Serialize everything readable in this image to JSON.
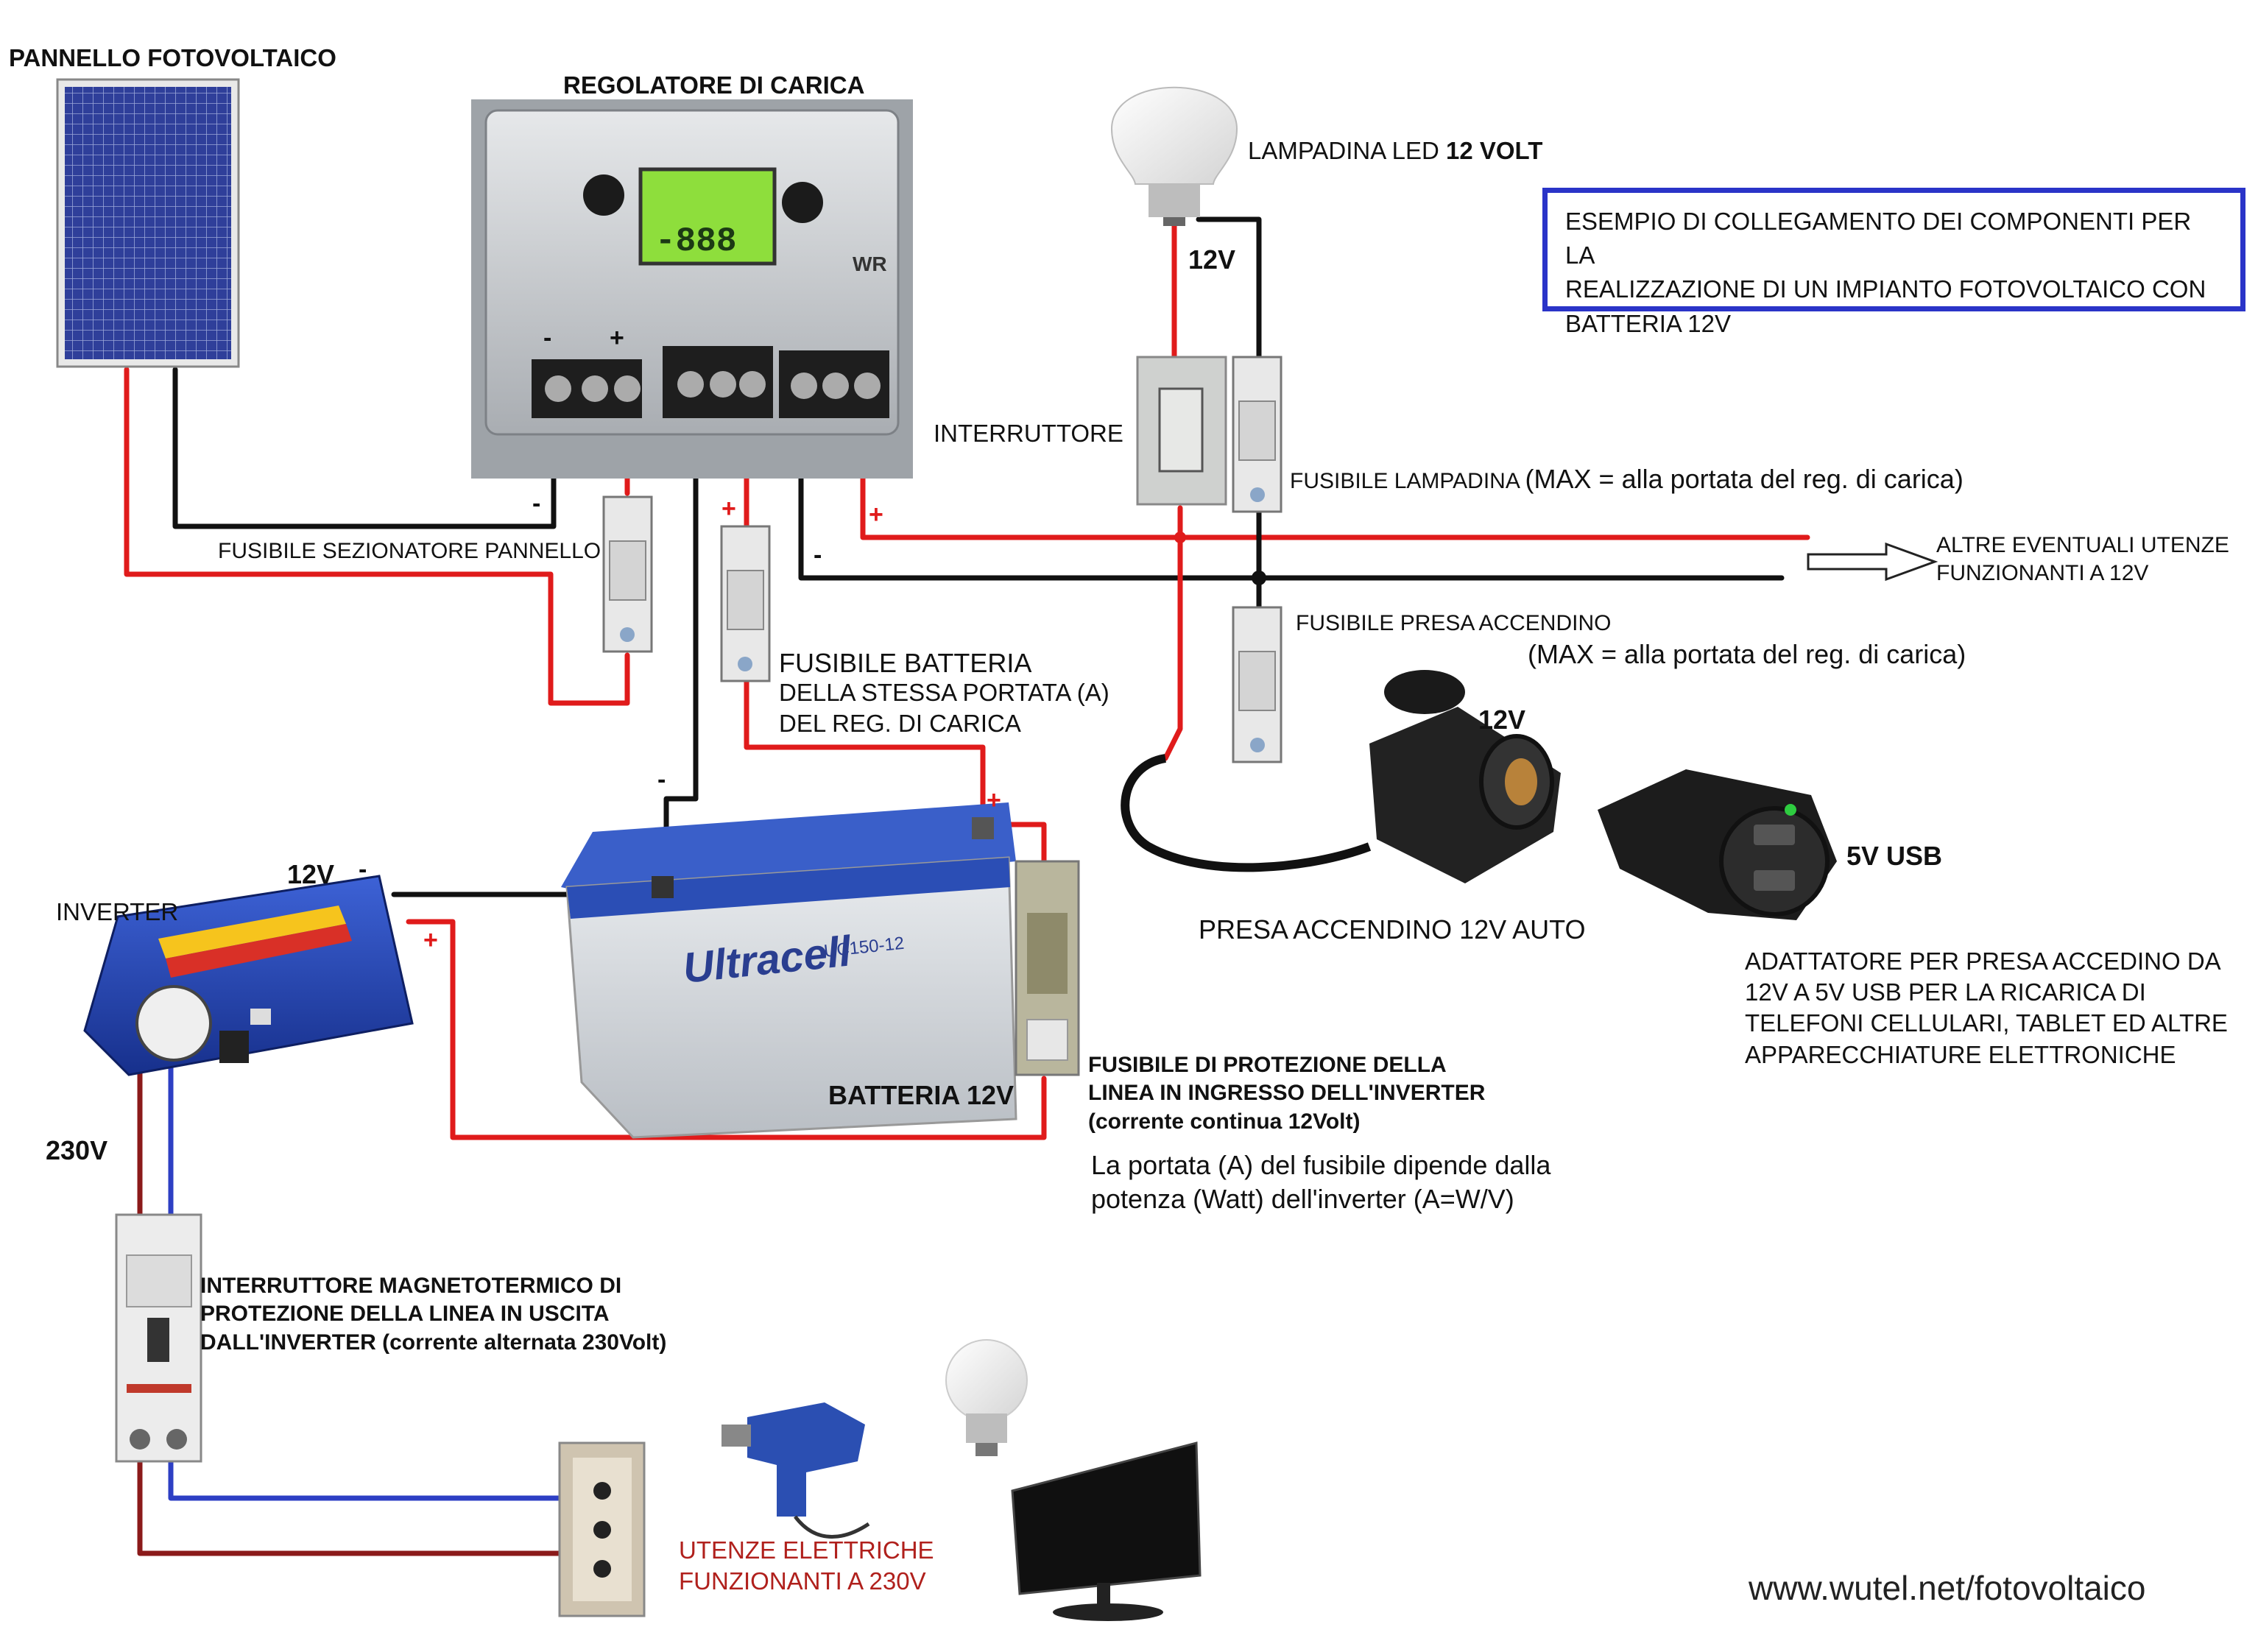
{
  "labels": {
    "solar_panel": "PANNELLO FOTOVOLTAICO",
    "charge_controller": "REGOLATORE DI CARICA",
    "led_bulb_prefix": "LAMPADINA LED ",
    "led_bulb_bold": "12 VOLT",
    "bulb_voltage": "12V",
    "switch": "INTERRUTTORE",
    "bulb_fuse_prefix": "FUSIBILE LAMPADINA ",
    "bulb_fuse_note": "(MAX = alla portata del reg. di carica)",
    "panel_fuse": "FUSIBILE SEZIONATORE PANNELLO",
    "other_loads": "ALTRE EVENTUALI UTENZE\nFUNZIONANTI A 12V",
    "socket_fuse": "FUSIBILE PRESA ACCENDINO",
    "socket_fuse_note": "(MAX = alla portata del reg. di carica)",
    "battery_fuse_title": "FUSIBILE BATTERIA",
    "battery_fuse_desc": "DELLA STESSA PORTATA (A)\nDEL REG. DI CARICA",
    "socket_voltage": "12V",
    "usb_label": "5V USB",
    "socket_name": "PRESA ACCENDINO 12V AUTO",
    "usb_adapter_desc": "ADATTATORE PER PRESA ACCEDINO DA\n12V A 5V USB PER LA RICARICA DI\nTELEFONI CELLULARI, TABLET ED ALTRE\nAPPARECCHIATURE ELETTRONICHE",
    "inverter": "INVERTER",
    "inverter_voltage": "12V",
    "battery": "BATTERIA 12V",
    "inverter_fuse": "FUSIBILE DI PROTEZIONE DELLA\nLINEA IN INGRESSO DELL'INVERTER\n(corrente continua 12Volt)",
    "inverter_fuse_note": "La portata (A) del fusibile dipende dalla\npotenza (Watt) dell'inverter    (A=W/V)",
    "ac_voltage": "230V",
    "breaker": "INTERRUTTORE MAGNETOTERMICO DI\nPROTEZIONE DELLA LINEA IN USCITA\nDALL'INVERTER (corrente alternata 230Volt)",
    "ac_loads": "UTENZE ELETTRICHE\nFUNZIONANTI A 230V",
    "url": "www.wutel.net/fotovoltaico",
    "controller_brand": "WR",
    "lcd_text": "-888",
    "battery_brand": "Ultracell",
    "battery_model": "UC150-12"
  },
  "info_box": {
    "text": "ESEMPIO DI COLLEGAMENTO DEI COMPONENTI PER LA\nREALIZZAZIONE DI UN IMPIANTO FOTOVOLTAICO CON\nBATTERIA 12V"
  },
  "polarity": {
    "plus": "+",
    "minus": "-"
  },
  "colors": {
    "positive_wire": "#e01b1b",
    "negative_wire": "#111111",
    "ac_phase_wire": "#8b1a1a",
    "ac_neutral_wire": "#2d3fc4",
    "info_box_border": "#2a34c8",
    "ac_loads_text": "#b0201c"
  }
}
